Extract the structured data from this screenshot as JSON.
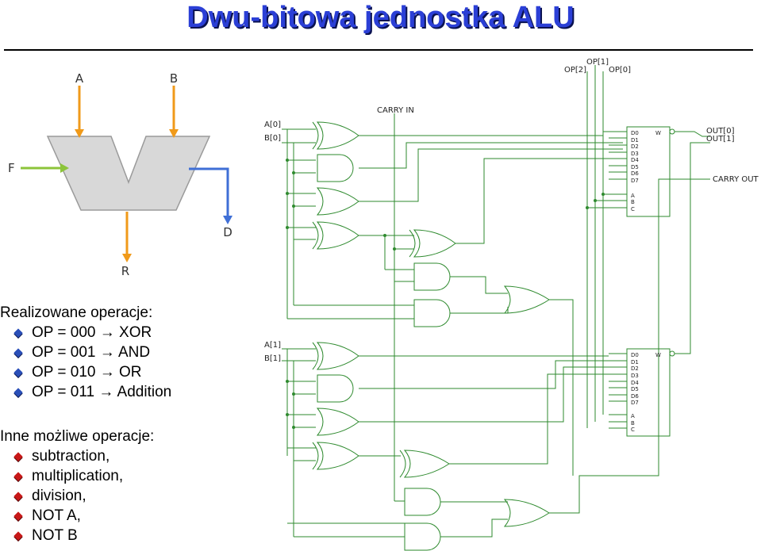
{
  "title": "Dwu-bitowa jednostka ALU",
  "alu_symbol": {
    "input_a": "A",
    "input_b": "B",
    "input_f": "F",
    "output_r": "R",
    "output_d": "D"
  },
  "implemented_ops": {
    "heading": "Realizowane operacje:",
    "items": [
      "OP = 000 → XOR",
      "OP = 001 → AND",
      "OP = 010 → OR",
      "OP = 011 → Addition"
    ]
  },
  "other_ops": {
    "heading": "Inne możliwe operacje:",
    "items": [
      "subtraction,",
      "multiplication,",
      "division,",
      "NOT A,",
      "NOT B"
    ]
  },
  "circuit": {
    "signals": {
      "op2": "OP[2]",
      "op1": "OP[1]",
      "op0": "OP[0]",
      "carry_in": "CARRY IN",
      "a0": "A[0]",
      "b0": "B[0]",
      "a1": "A[1]",
      "b1": "B[1]",
      "out0": "OUT[0]",
      "out1": "OUT[1]",
      "carry_out": "CARRY OUT"
    },
    "mux_labels": {
      "inputs": [
        "D0",
        "D1",
        "D2",
        "D3",
        "D4",
        "D5",
        "D6",
        "D7"
      ],
      "selects": [
        "A",
        "B",
        "C"
      ],
      "output": "W"
    }
  },
  "colors": {
    "title": "#2b3fd6",
    "arrow_orange": "#f09a1a",
    "arrow_green": "#8cc43a",
    "arrow_blue": "#3f6fd6",
    "wire_green": "#2e8a2e",
    "bullet_blue": "#2a4fb8",
    "bullet_red": "#c81818"
  }
}
